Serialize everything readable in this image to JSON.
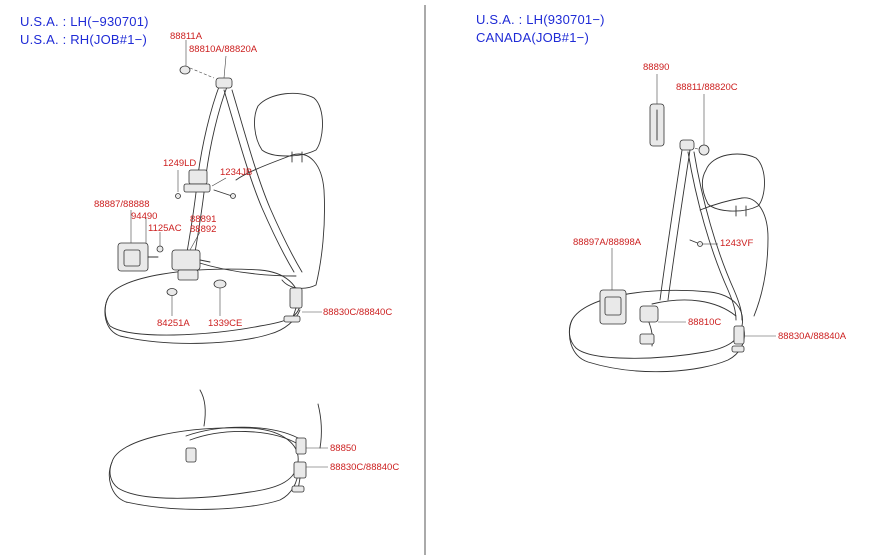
{
  "headers": {
    "left_line1": "U.S.A. : LH(−930701)",
    "left_line2": "U.S.A. : RH(JOB#1−)",
    "right_line1": "U.S.A. : LH(930701−)",
    "right_line2": "CANADA(JOB#1−)"
  },
  "left_top_labels": {
    "p88811A": "88811A",
    "p88810A_88820A": "88810A/88820A",
    "p1249LD": "1249LD",
    "p1234JB": "1234JB",
    "p88887_88888": "88887/88888",
    "p94490": "94490",
    "p1125AC": "1125AC",
    "p88891": "88891",
    "p88892": "88892",
    "p84251A": "84251A",
    "p1339CE": "1339CE",
    "p88830C_88840C": "88830C/88840C"
  },
  "left_bottom_labels": {
    "p88850": "88850",
    "p88830C_88840C": "88830C/88840C"
  },
  "right_labels": {
    "p88890": "88890",
    "p88811_88820C": "88811/88820C",
    "p88897A_88898A": "88897A/88898A",
    "p1243VF": "1243VF",
    "p88810C": "88810C",
    "p88830A_88840A": "88830A/88840A"
  },
  "colors": {
    "header_text": "#1f2bd6",
    "part_label": "#cc1f1f",
    "line_art": "#333333",
    "divider": "#555555"
  }
}
